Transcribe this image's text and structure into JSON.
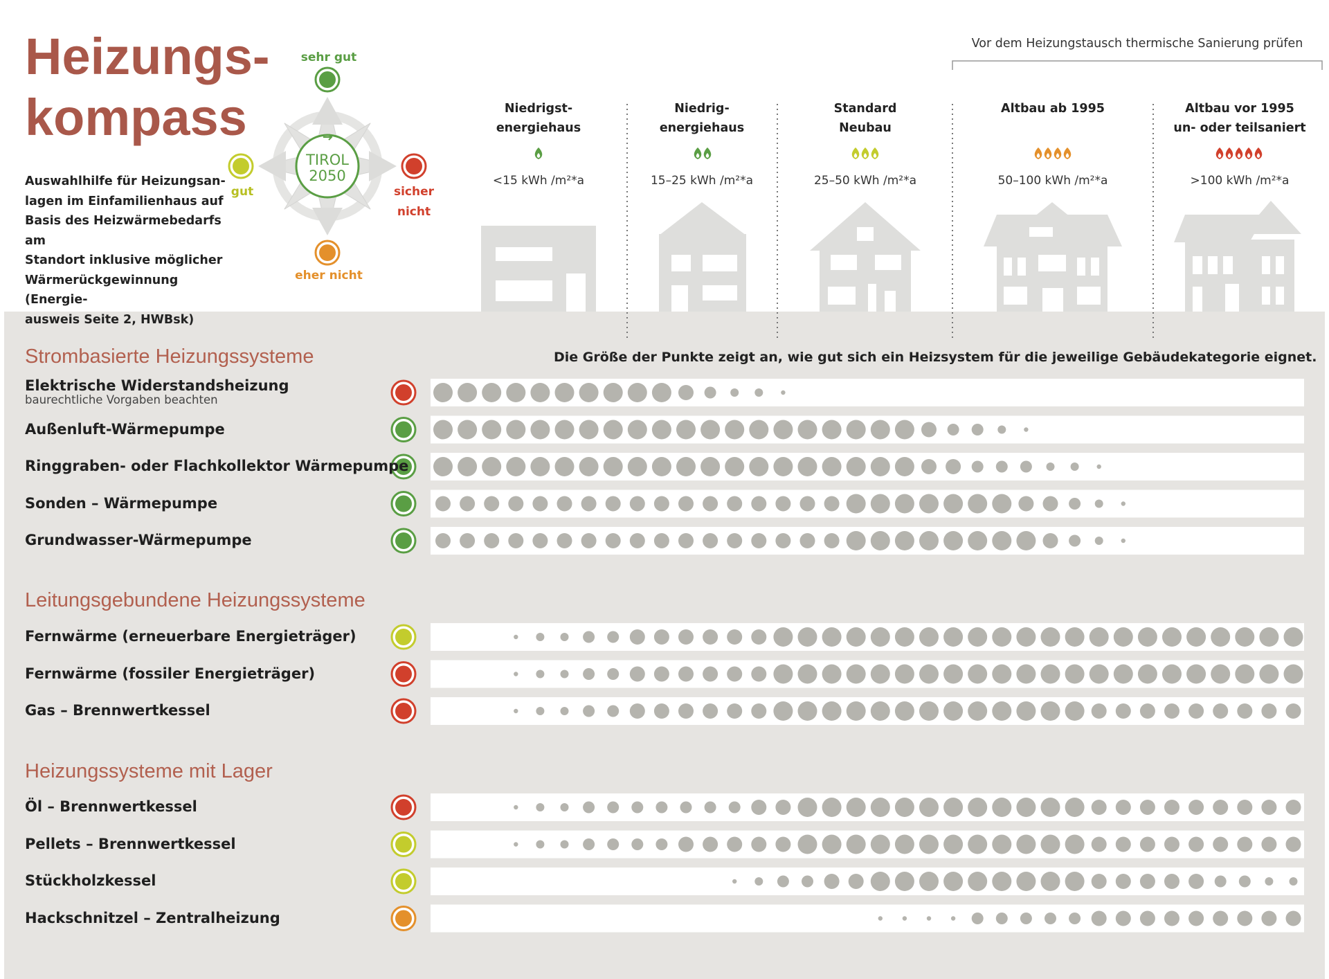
{
  "title": {
    "line1": "Heizungs-",
    "line2": "kompass"
  },
  "intro": [
    "Auswahlhilfe für Heizungsan-",
    "lagen im Einfamilienhaus auf",
    "Basis des Heizwärmebedarfs am",
    "Standort inklusive möglicher",
    "Wärmerückgewinnung (Energie-",
    "ausweis Seite 2, HWBsk)"
  ],
  "compass": {
    "center_line1": "TIROL",
    "center_line2": "2050",
    "north": "sehr gut",
    "west": "gut",
    "east_line1": "sicher",
    "east_line2": "nicht",
    "south": "eher nicht"
  },
  "colors": {
    "sehr_gut": "#5a9e44",
    "gut": "#c3cc2d",
    "eher_nicht": "#e4902b",
    "sicher_nicht": "#d1402c",
    "accent": "#a9584a",
    "dot": "#b5b4ae",
    "panel": "#e6e4e1"
  },
  "top_note": "Vor dem Heizungstausch thermische Sanierung prüfen",
  "categories": [
    {
      "line1": "Niedrigst-",
      "line2": "energiehaus",
      "range": "<15 kWh /m²*a",
      "flames": 1,
      "flame_color": "#5a9e44",
      "house": "flat-cube"
    },
    {
      "line1": "Niedrig-",
      "line2": "energiehaus",
      "range": "15–25 kWh /m²*a",
      "flames": 2,
      "flame_color": "#5a9e44",
      "house": "gable-small"
    },
    {
      "line1": "Standard",
      "line2": "Neubau",
      "range": "25–50 kWh /m²*a",
      "flames": 3,
      "flame_color": "#c3cc2d",
      "house": "gable-large"
    },
    {
      "line1": "Altbau ab 1995",
      "line2": "",
      "range": "50–100 kWh /m²*a",
      "flames": 4,
      "flame_color": "#e4902b",
      "house": "villa"
    },
    {
      "line1": "Altbau vor 1995",
      "line2": "un- oder teilsaniert",
      "range": ">100 kWh /m²*a",
      "flames": 5,
      "flame_color": "#d1402c",
      "house": "old-house"
    }
  ],
  "explanation": "Die Größe der Punkte zeigt an, wie gut sich ein Heizsystem für die jeweilige Gebäudekategorie eignet.",
  "chart_data": {
    "type": "dot-matrix",
    "columns": 36,
    "value_scale": "0 = kein Punkt, 1 = kleinster Punkt, 5 = größter Punkt; Spalten 1–36 von Niedrigstenergiehaus bis Altbau vor 1995",
    "groups": [
      {
        "name": "Strombasierte Heizungssysteme",
        "rows": [
          {
            "label": "Elektrische Widerstandsheizung",
            "note": "baurechtliche Vorgaben beachten",
            "rating": "sicher nicht",
            "values": [
              5,
              5,
              5,
              5,
              5,
              5,
              5,
              5,
              5,
              5,
              4,
              3,
              2,
              2,
              1,
              0,
              0,
              0,
              0,
              0,
              0,
              0,
              0,
              0,
              0,
              0,
              0,
              0,
              0,
              0,
              0,
              0,
              0,
              0,
              0,
              0
            ]
          },
          {
            "label": "Außenluft-Wärmepumpe",
            "note": "",
            "rating": "sehr gut",
            "values": [
              5,
              5,
              5,
              5,
              5,
              5,
              5,
              5,
              5,
              5,
              5,
              5,
              5,
              5,
              5,
              5,
              5,
              5,
              5,
              5,
              4,
              3,
              3,
              2,
              1,
              0,
              0,
              0,
              0,
              0,
              0,
              0,
              0,
              0,
              0,
              0
            ]
          },
          {
            "label": "Ringgraben- oder Flachkollektor Wärmepumpe",
            "note": "",
            "rating": "sehr gut",
            "values": [
              5,
              5,
              5,
              5,
              5,
              5,
              5,
              5,
              5,
              5,
              5,
              5,
              5,
              5,
              5,
              5,
              5,
              5,
              5,
              5,
              4,
              4,
              3,
              3,
              3,
              2,
              2,
              1,
              0,
              0,
              0,
              0,
              0,
              0,
              0,
              0
            ]
          },
          {
            "label": "Sonden – Wärmepumpe",
            "note": "",
            "rating": "sehr gut",
            "values": [
              4,
              4,
              4,
              4,
              4,
              4,
              4,
              4,
              4,
              4,
              4,
              4,
              4,
              4,
              4,
              4,
              4,
              5,
              5,
              5,
              5,
              5,
              5,
              5,
              4,
              4,
              3,
              2,
              1,
              0,
              0,
              0,
              0,
              0,
              0,
              0
            ]
          },
          {
            "label": "Grundwasser-Wärmepumpe",
            "note": "",
            "rating": "sehr gut",
            "values": [
              4,
              4,
              4,
              4,
              4,
              4,
              4,
              4,
              4,
              4,
              4,
              4,
              4,
              4,
              4,
              4,
              4,
              5,
              5,
              5,
              5,
              5,
              5,
              5,
              5,
              4,
              3,
              2,
              1,
              0,
              0,
              0,
              0,
              0,
              0,
              0
            ]
          }
        ]
      },
      {
        "name": "Leitungsgebundene Heizungssysteme",
        "rows": [
          {
            "label": "Fernwärme (erneuerbare Energieträger)",
            "note": "",
            "rating": "gut",
            "values": [
              0,
              0,
              0,
              1,
              2,
              2,
              3,
              3,
              4,
              4,
              4,
              4,
              4,
              4,
              5,
              5,
              5,
              5,
              5,
              5,
              5,
              5,
              5,
              5,
              5,
              5,
              5,
              5,
              5,
              5,
              5,
              5,
              5,
              5,
              5,
              5
            ]
          },
          {
            "label": "Fernwärme (fossiler Energieträger)",
            "note": "",
            "rating": "sicher nicht",
            "values": [
              0,
              0,
              0,
              1,
              2,
              2,
              3,
              3,
              4,
              4,
              4,
              4,
              4,
              4,
              5,
              5,
              5,
              5,
              5,
              5,
              5,
              5,
              5,
              5,
              5,
              5,
              5,
              5,
              5,
              5,
              5,
              5,
              5,
              5,
              5,
              5
            ]
          },
          {
            "label": "Gas – Brennwertkessel",
            "note": "",
            "rating": "sicher nicht",
            "values": [
              0,
              0,
              0,
              1,
              2,
              2,
              3,
              3,
              4,
              4,
              4,
              4,
              4,
              4,
              5,
              5,
              5,
              5,
              5,
              5,
              5,
              5,
              5,
              5,
              5,
              5,
              5,
              4,
              4,
              4,
              4,
              4,
              4,
              4,
              4,
              4
            ]
          }
        ]
      },
      {
        "name": "Heizungssysteme mit Lager",
        "rows": [
          {
            "label": "Öl – Brennwertkessel",
            "note": "",
            "rating": "sicher nicht",
            "values": [
              0,
              0,
              0,
              1,
              2,
              2,
              3,
              3,
              3,
              3,
              3,
              3,
              3,
              4,
              4,
              5,
              5,
              5,
              5,
              5,
              5,
              5,
              5,
              5,
              5,
              5,
              5,
              4,
              4,
              4,
              4,
              4,
              4,
              4,
              4,
              4
            ]
          },
          {
            "label": "Pellets – Brennwertkessel",
            "note": "",
            "rating": "gut",
            "values": [
              0,
              0,
              0,
              1,
              2,
              2,
              3,
              3,
              3,
              3,
              4,
              4,
              4,
              4,
              4,
              5,
              5,
              5,
              5,
              5,
              5,
              5,
              5,
              5,
              5,
              5,
              5,
              4,
              4,
              4,
              4,
              4,
              4,
              4,
              4,
              4
            ]
          },
          {
            "label": "Stückholzkessel",
            "note": "",
            "rating": "gut",
            "values": [
              0,
              0,
              0,
              0,
              0,
              0,
              0,
              0,
              0,
              0,
              0,
              0,
              1,
              2,
              3,
              3,
              4,
              4,
              5,
              5,
              5,
              5,
              5,
              5,
              5,
              5,
              5,
              4,
              4,
              4,
              4,
              4,
              3,
              3,
              2,
              2
            ]
          },
          {
            "label": "Hackschnitzel – Zentralheizung",
            "note": "",
            "rating": "eher nicht",
            "values": [
              0,
              0,
              0,
              0,
              0,
              0,
              0,
              0,
              0,
              0,
              0,
              0,
              0,
              0,
              0,
              0,
              0,
              0,
              1,
              1,
              1,
              1,
              3,
              3,
              3,
              3,
              3,
              4,
              4,
              4,
              4,
              4,
              4,
              4,
              4,
              4
            ]
          }
        ]
      }
    ]
  }
}
